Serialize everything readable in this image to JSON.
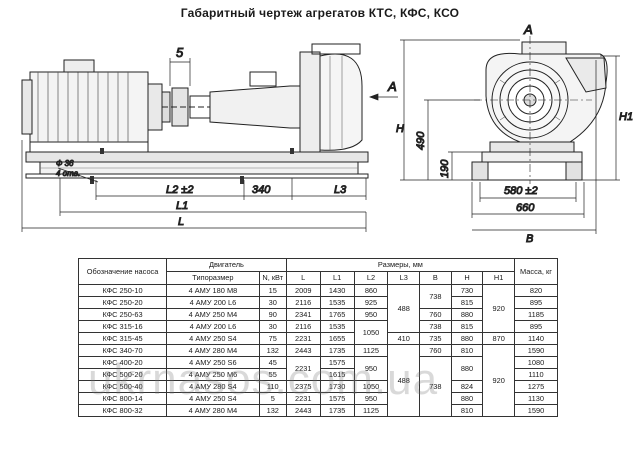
{
  "title": "Габаритный чертеж агрегатов КТС, КФС, КСО",
  "drawing": {
    "dims": {
      "five": "5",
      "arrow_a": "A",
      "phi36": "Ф 36",
      "holes": "4 отв.",
      "l2": "L2 ±2",
      "d340": "340",
      "l3": "L3",
      "l1": "L1",
      "l": "L",
      "section_a": "A",
      "h": "H",
      "d490": "490",
      "h1": "H1",
      "d190": "190",
      "d580": "580 ±2",
      "d660": "660",
      "b": "B"
    }
  },
  "table": {
    "headers": {
      "designation": "Обозначение насоса",
      "motor": "Двигатель",
      "type_size": "Типоразмер",
      "power": "N, кВт",
      "dimensions": "Размеры, мм",
      "mass": "Масса, кг",
      "l": "L",
      "l1": "L1",
      "l2": "L2",
      "l3": "L3",
      "b": "B",
      "h": "H",
      "h1": "H1"
    },
    "rows": [
      {
        "pump": "КФС 250-10",
        "motor": "4 АМУ 180 М8",
        "n": "15",
        "l": "2009",
        "l1": "1430",
        "l2": "860",
        "h": "730",
        "mass": "820"
      },
      {
        "pump": "КФС 250-20",
        "motor": "4 АМУ 200 L6",
        "n": "30",
        "l": "2116",
        "l1": "1535",
        "l2": "925",
        "h": "815",
        "mass": "895"
      },
      {
        "pump": "КФС 250-63",
        "motor": "4 АМУ 250 М4",
        "n": "90",
        "l": "2341",
        "l1": "1765",
        "l2": "950",
        "h": "880",
        "mass": "1185"
      },
      {
        "pump": "КФС 315-16",
        "motor": "4 АМУ 200 L6",
        "n": "30",
        "l": "2116",
        "l1": "1535",
        "l2": "",
        "h": "815",
        "mass": "895"
      },
      {
        "pump": "КФС 315-45",
        "motor": "4 АМУ 250 S4",
        "n": "75",
        "l": "2231",
        "l1": "1655",
        "l2": "",
        "h": "880",
        "mass": "1140"
      },
      {
        "pump": "КФС 340-70",
        "motor": "4 АМУ 280 М4",
        "n": "132",
        "l": "2443",
        "l1": "1735",
        "l2": "1125",
        "h": "810",
        "mass": "1590"
      },
      {
        "pump": "КФС 400-20",
        "motor": "4 АМУ 250 S6",
        "n": "45",
        "l": "",
        "l1": "1575",
        "l2": "950",
        "h": "",
        "mass": "1080"
      },
      {
        "pump": "КФС 500-20",
        "motor": "4 АМУ 250 М6",
        "n": "55",
        "l": "",
        "l1": "1615",
        "l2": "",
        "h": "",
        "mass": "1110"
      },
      {
        "pump": "КФС 500-40",
        "motor": "4 АМУ 280 S4",
        "n": "110",
        "l": "2375",
        "l1": "1730",
        "l2": "1050",
        "h": "824",
        "mass": "1275"
      },
      {
        "pump": "КФС 800-14",
        "motor": "4 АМУ 250 S4",
        "n": "5",
        "l": "2231",
        "l1": "1575",
        "l2": "950",
        "h": "880",
        "mass": "1130"
      },
      {
        "pump": "КФС 800-32",
        "motor": "4 АМУ 280 М4",
        "n": "132",
        "l": "2443",
        "l1": "1735",
        "l2": "1125",
        "h": "810",
        "mass": "1590"
      }
    ],
    "merged": {
      "l2_315": "1050",
      "l3_a": "488",
      "l3_b": "410",
      "l3_c": "488",
      "b_a": "738",
      "b_b": "760",
      "b_c": "738",
      "b_d": "738",
      "h_400_500": "880",
      "h1_a": "920",
      "h1_b": "870",
      "h1_c": "920",
      "l_400_500": "2231",
      "b_315": "735",
      "b_340": "760"
    }
  },
  "watermark": "ukrnasos.com.ua"
}
